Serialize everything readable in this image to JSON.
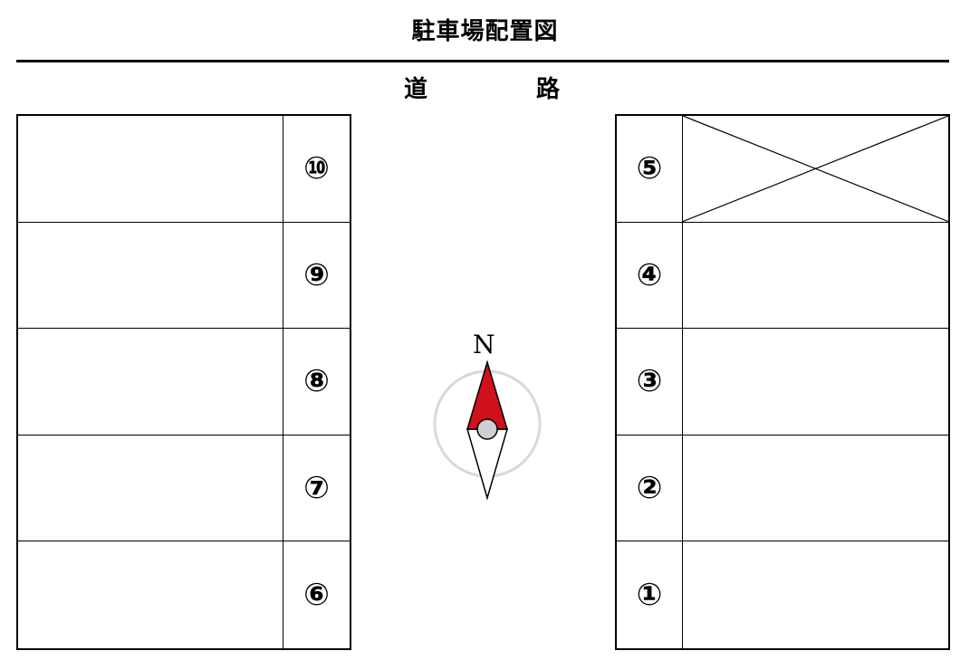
{
  "title": "駐車場配置図",
  "road": {
    "char1": "道",
    "char2": "路"
  },
  "left_spaces": [
    {
      "number": "⑩"
    },
    {
      "number": "⑨"
    },
    {
      "number": "⑧"
    },
    {
      "number": "⑦"
    },
    {
      "number": "⑥"
    }
  ],
  "right_spaces": [
    {
      "number": "⑤",
      "unavailable": true
    },
    {
      "number": "④"
    },
    {
      "number": "③"
    },
    {
      "number": "②"
    },
    {
      "number": "①"
    }
  ],
  "compass": {
    "north_label": "N",
    "icon": "compass-icon",
    "north_color": "#d0101a",
    "ring_color": "#d9d9d9",
    "hub_color": "#cfcfcf"
  }
}
